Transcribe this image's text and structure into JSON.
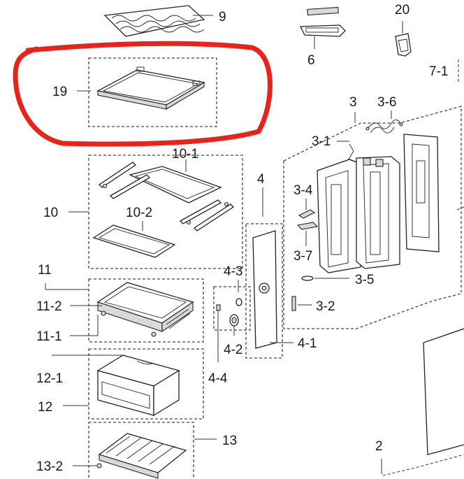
{
  "diagram": {
    "labels": {
      "p9": "9",
      "p6": "6",
      "p20": "20",
      "p7_1": "7-1",
      "p19": "19",
      "p3": "3",
      "p3_6": "3-6",
      "p3_1": "3-1",
      "p10_1": "10-1",
      "p10": "10",
      "p10_2": "10-2",
      "p4": "4",
      "p3_4": "3-4",
      "p3_7": "3-7",
      "p3_5": "3-5",
      "p3_2": "3-2",
      "p11": "11",
      "p11_2": "11-2",
      "p11_1": "11-1",
      "p4_3": "4-3",
      "p4_2": "4-2",
      "p4_1": "4-1",
      "p12_1": "12-1",
      "p12": "12",
      "p4_4": "4-4",
      "p13": "13",
      "p13_2": "13-2",
      "p2": "2"
    },
    "highlight_color": "#e8231b",
    "line_color": "#333333"
  }
}
